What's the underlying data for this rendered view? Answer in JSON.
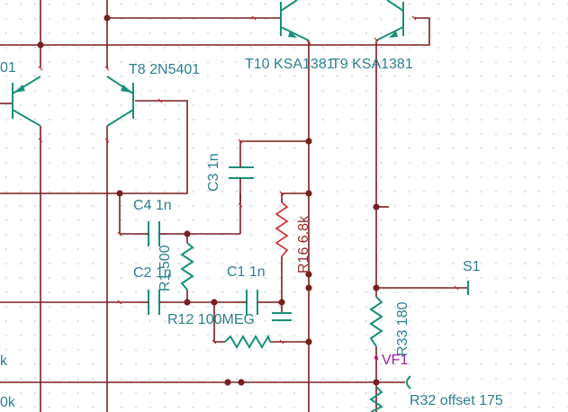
{
  "labels": {
    "t8": "T8 2N5401",
    "t10": "T10 KSA1381",
    "t9": "T9 KSA1381",
    "t_left_partial": "01",
    "c3": "C3 1n",
    "c4": "C4 1n",
    "c2": "C2 1n",
    "c1": "C1 1n",
    "r1": "R1 500",
    "r12": "R12 100MEG",
    "r16": "R16 6.8k",
    "r33": "R33 180",
    "r32": "R32 offset 175",
    "s1": "S1",
    "vf1": "VF1",
    "left_k": "k",
    "left_0k": "0k"
  },
  "colors": {
    "wire": "#7a1f1f",
    "component": "#1a8f7a",
    "resistor_active": "#d42020",
    "label": "#2a7f90",
    "probe_label": "#9a1fa0",
    "grid_dot": "#b9c6cc"
  }
}
